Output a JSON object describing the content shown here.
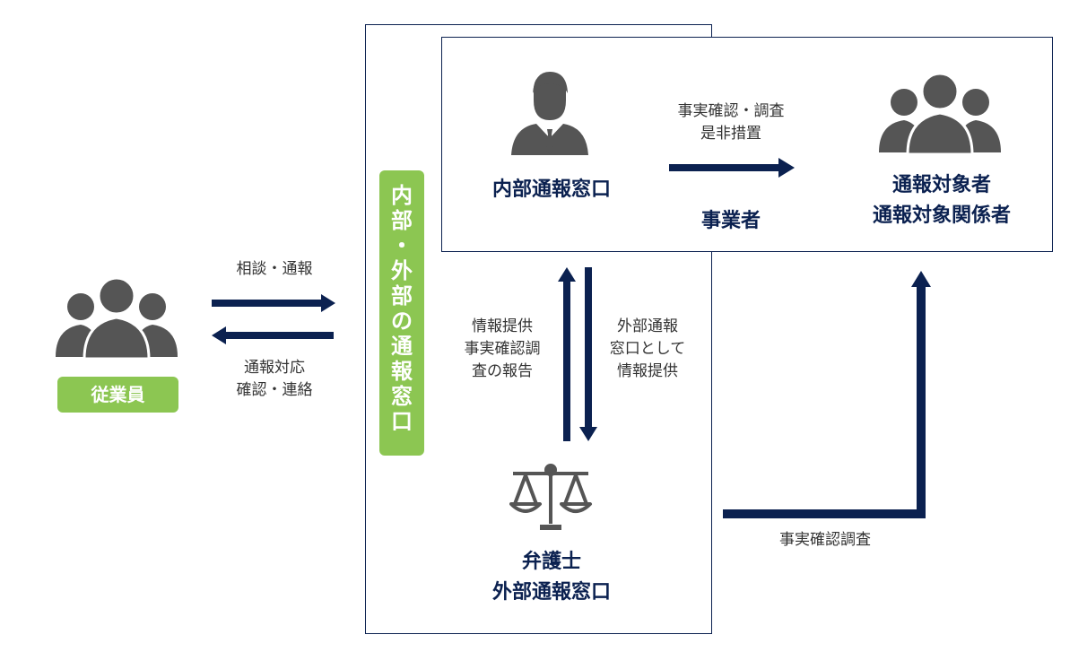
{
  "employee": {
    "badge": "従業員"
  },
  "left_arrows": {
    "top_label": "相談・通報",
    "bottom_label_lines": [
      "通報対応",
      "確認・連絡"
    ]
  },
  "side_badge": {
    "chars": [
      "内",
      "部",
      "・",
      "外",
      "部",
      "の",
      "通",
      "報",
      "窓",
      "口"
    ]
  },
  "internal": {
    "title": "内部通報窓口",
    "org_label": "事業者"
  },
  "internal_to_target": {
    "label_lines": [
      "事実確認・調査",
      "是非措置"
    ]
  },
  "target": {
    "title_lines": [
      "通報対象者",
      "通報対象関係者"
    ]
  },
  "mid_arrows": {
    "left_label_lines": [
      "情報提供",
      "事実確認調",
      "査の報告"
    ],
    "right_label_lines": [
      "外部通報",
      "窓口として",
      "情報提供"
    ]
  },
  "lawyer": {
    "title_lines": [
      "弁護士",
      "外部通報窓口"
    ]
  },
  "bottom_arrow": {
    "label": "事実確認調査"
  },
  "colors": {
    "navy": "#0b2150",
    "green": "#8cc652",
    "icon_gray": "#555555"
  },
  "icons": [
    "group-icon",
    "person-icon",
    "group-icon",
    "scales-icon"
  ]
}
